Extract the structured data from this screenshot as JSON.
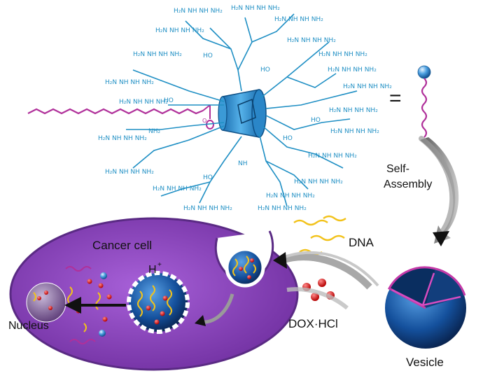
{
  "labels": {
    "equals": "=",
    "self_assembly_line1": "Self-",
    "self_assembly_line2": "Assembly",
    "dna": "DNA",
    "cancer_cell": "Cancer cell",
    "proton": "H",
    "proton_sup": "+",
    "nucleus": "Nucleus",
    "dox_hcl": "DOX·HCl",
    "vesicle": "Vesicle"
  },
  "chem_groups": {
    "guanidine": "H₂N NH NH NH₂",
    "amine": "NH₂",
    "imine": "NH",
    "hydroxyl": "HO",
    "carbonyl_o": "O"
  },
  "colors": {
    "dendron": "#1f8fc4",
    "alkyl_chain": "#b0309a",
    "cell_membrane": "#6a2a9a",
    "cell_fill": "#8c3fc0",
    "vesicle_blue": "#0f4f9a",
    "dna_yellow": "#f2c21a",
    "dox_red": "#e01818",
    "arrow_gray": "#9a9a9a"
  }
}
